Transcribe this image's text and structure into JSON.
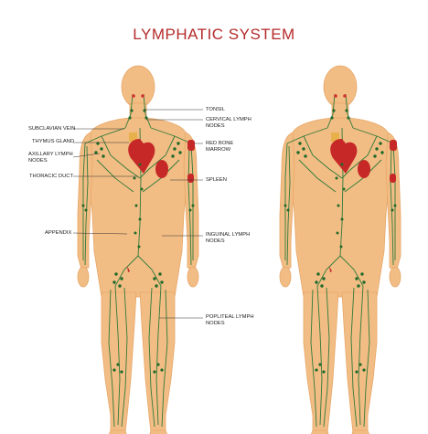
{
  "title": "LYMPHATIC SYSTEM",
  "colors": {
    "skin": "#f2bd84",
    "skin_stroke": "#e6a668",
    "lymph": "#2f7a3a",
    "node": "#1f6a2a",
    "heart": "#c62828",
    "thymus": "#e8b04a",
    "tonsil": "#d32f2f",
    "bone_marrow": "#c62828",
    "spleen": "#c62828",
    "title": "#b52a2a"
  },
  "labels": {
    "left": {
      "subclavian_vein": "SUBCLAVIAN VEIN",
      "thymus_gland": "THYMUS GLAND",
      "axillary_1": "AXILLARY LYMPH",
      "axillary_2": "NODES",
      "thoracic_duct": "THORACIC DUCT",
      "appendix": "APPENDIX"
    },
    "right": {
      "tonsil": "TONSIL",
      "cervical_1": "CERVICAL LYMPH",
      "cervical_2": "NODES",
      "red_bone_1": "RED BONE",
      "red_bone_2": "MARROW",
      "spleen": "SPLEEN",
      "inguinal_1": "INGUINAL LYMPH",
      "inguinal_2": "NODES",
      "popliteal_1": "POPLITEAL LYMPH",
      "popliteal_2": "NODES"
    }
  }
}
